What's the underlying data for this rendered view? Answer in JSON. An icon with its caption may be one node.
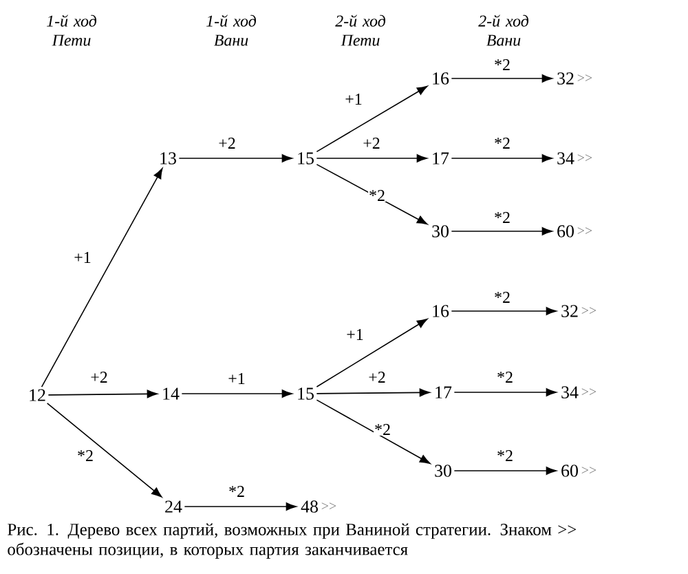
{
  "diagram": {
    "caption": "Рис. 1. Дерево всех партий, возможных при Ваниной стратегии. Знаком >> обозначены позиции, в которых партия заканчивается",
    "nodes": [
      {
        "text": [
          "12"
        ]
      },
      {
        "text": [
          "13"
        ]
      },
      {
        "text": [
          "14"
        ]
      },
      {
        "text": [
          "24"
        ]
      },
      {
        "text": [
          "15"
        ]
      },
      {
        "text": [
          "15"
        ]
      },
      {
        "text": [
          "48"
        ],
        "beside": [
          ">>"
        ]
      },
      {
        "text": [
          "16"
        ]
      },
      {
        "text": [
          "17"
        ]
      },
      {
        "text": [
          "30"
        ]
      },
      {
        "text": [
          "32"
        ],
        "beside": [
          ">>"
        ]
      },
      {
        "text": [
          "34"
        ],
        "beside": [
          ">>"
        ]
      },
      {
        "text": [
          "60"
        ],
        "beside": [
          ">>"
        ]
      },
      {
        "text": [
          "16"
        ]
      },
      {
        "text": [
          "17"
        ]
      },
      {
        "text": [
          "30"
        ]
      },
      {
        "text": [
          "32"
        ],
        "beside": [
          ">>"
        ]
      },
      {
        "text": [
          "34"
        ],
        "beside": [
          ">>"
        ]
      },
      {
        "text": [
          "60"
        ],
        "beside": [
          ">>"
        ]
      }
    ],
    "edges": [
      {
        "from": 0,
        "to": 1,
        "arrow": "to",
        "label": "+1"
      },
      {
        "from": 0,
        "to": 2,
        "arrow": "to",
        "label": "+2"
      },
      {
        "from": 0,
        "to": 3,
        "arrow": "to",
        "label": "*2"
      },
      {
        "from": 1,
        "to": 4,
        "arrow": "to",
        "label": "+2"
      },
      {
        "from": 2,
        "to": 5,
        "arrow": "to",
        "label": "+1"
      },
      {
        "from": 3,
        "to": 6,
        "arrow": "to",
        "label": "*2"
      },
      {
        "from": 4,
        "to": 7,
        "arrow": "to",
        "label": "+1"
      },
      {
        "from": 4,
        "to": 8,
        "arrow": "to",
        "label": "+2"
      },
      {
        "from": 4,
        "to": 9,
        "arrow": "to",
        "label": "*2"
      },
      {
        "from": 7,
        "to": 10,
        "arrow": "to",
        "label": "*2"
      },
      {
        "from": 8,
        "to": 11,
        "arrow": "to",
        "label": "*2"
      },
      {
        "from": 9,
        "to": 12,
        "arrow": "to",
        "label": "*2"
      },
      {
        "from": 5,
        "to": 13,
        "arrow": "to",
        "label": "+1"
      },
      {
        "from": 5,
        "to": 14,
        "arrow": "to",
        "label": "+2"
      },
      {
        "from": 5,
        "to": 15,
        "arrow": "to",
        "label": "*2"
      },
      {
        "from": 13,
        "to": 16,
        "arrow": "to",
        "label": "*2"
      },
      {
        "from": 14,
        "to": 17,
        "arrow": "to",
        "label": "*2"
      },
      {
        "from": 15,
        "to": 18,
        "arrow": "to",
        "label": "*2"
      }
    ],
    "labels": [
      "1-й ход Пети",
      "1-й ход Вани",
      "2-й ход Пети",
      "2-й ход Вани"
    ]
  }
}
